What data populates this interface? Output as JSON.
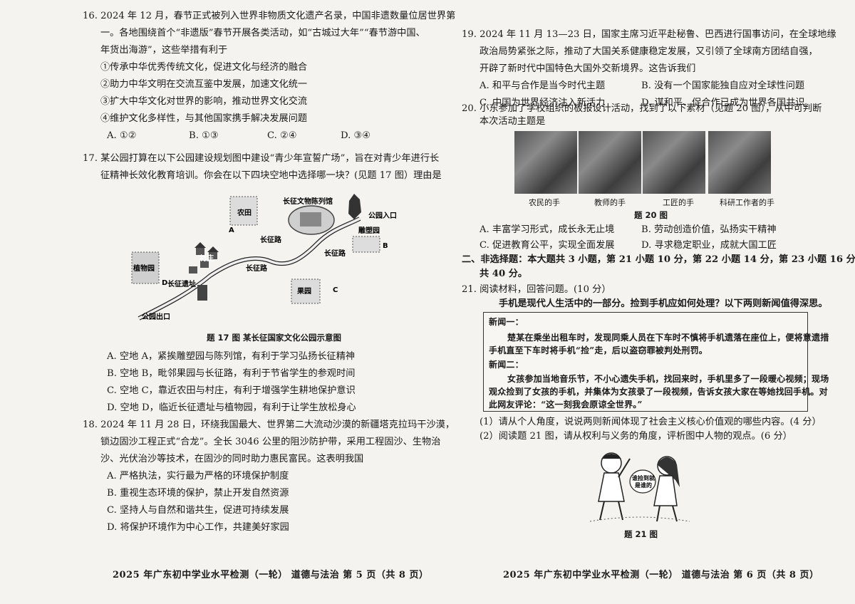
{
  "left": {
    "q16": {
      "lines": [
        "16.  2024 年 12 月，春节正式被列入世界非物质文化遗产名录，中国非遗数量位居世界第",
        "一。各地围绕首个“非遗版”春节开展各类活动，如“古城过大年”“春节游中国、",
        "年货出海游”，这些举措有利于",
        "①传承中华优秀传统文化，促进文化与经济的融合",
        "②助力中华文明在交流互鉴中发展，加速文化统一",
        "③扩大中华文化对世界的影响，推动世界文化交流",
        "④维护文化多样性，与其他国家携手解决发展问题"
      ],
      "options": [
        "A.  ①②",
        "B.  ①③",
        "C.  ②④",
        "D.  ③④"
      ]
    },
    "q17": {
      "lines": [
        "17.  某公园打算在以下公园建设规划图中建设“青少年宣誓广场”，旨在对青少年进行长",
        "征精神长效化教育培训。你会在以下四块空地中选择哪一块？(见题 17 图）理由是"
      ],
      "map": {
        "farm": "农田",
        "exhibit": "长征文物陈列馆",
        "entrance": "公园入口",
        "sculpture": "雕塑园",
        "road1": "长征路",
        "road2": "长征路",
        "road3": "长征路",
        "village": "村庄",
        "botanical": "植物园",
        "orchard": "果园",
        "ruins": "长征遗址",
        "exit": "公园出口",
        "a": "A",
        "b": "B",
        "c": "C",
        "d": "D"
      },
      "caption": "题 17 图    某长征国家文化公园示意图",
      "options": [
        "A.  空地 A，紧挨雕塑园与陈列馆，有利于学习弘扬长征精神",
        "B.  空地 B，毗邻果园与长征路，有利于节省学生的参观时间",
        "C.  空地 C，靠近农田与村庄，有利于增强学生耕地保护意识",
        "D.  空地 D，临近长征遗址与植物园，有利于让学生放松身心"
      ]
    },
    "q18": {
      "lines": [
        "18.  2024 年 11 月 28 日，环绕我国最大、世界第二大流动沙漠的新疆塔克拉玛干沙漠，",
        "锁边固沙工程正式“合龙”。全长 3046 公里的阻沙防护带，采用工程固沙、生物治",
        "沙、光伏治沙等技术，在固沙的同时助力惠民富民。这表明我国"
      ],
      "options": [
        "A.  严格执法，实行最为严格的环境保护制度",
        "B.  重视生态环境的保护，禁止开发自然资源",
        "C.  坚持人与自然和谐共生，促进可持续发展",
        "D.  将保护环境作为中心工作，共建美好家园"
      ]
    },
    "footer": "2025 年广东初中学业水平检测（一轮）   道德与法治   第 5 页（共 8 页）"
  },
  "right": {
    "q19": {
      "lines": [
        "19.  2024 年 11 月 13—23 日，国家主席习近平赴秘鲁、巴西进行国事访问，在全球地缘",
        "政治局势紧张之际，推动了大国关系健康稳定发展，又引领了全球南方团结自强，",
        "开辟了新时代中国特色大国外交新境界。这告诉我们"
      ],
      "options": [
        "A.  和平与合作是当今时代主题",
        "B.  没有一个国家能独自应对全球性问题",
        "C.  中国为世界经济注入新活力",
        "D.  谋和平、促合作已成为世界各国共识"
      ]
    },
    "q20": {
      "lines": [
        "20.  小东参加了学校组织的板报设计活动，找到了以下素材（见题 20 图），从中可判断",
        "本次活动主题是"
      ],
      "photos": [
        "农民的手",
        "教师的手",
        "工匠的手",
        "科研工作者的手"
      ],
      "caption": "题 20 图",
      "options": [
        "A.  丰富学习形式，成长永无止境",
        "B.  劳动创造价值，弘扬实干精神",
        "C.  促进教育公平，实现全面发展",
        "D.  寻求稳定职业，成就大国工匠"
      ]
    },
    "section2": [
      "二、非选择题：本大题共 3 小题，第 21 小题 10 分，第 22 小题 14 分，第 23 小题 16 分，",
      "共 40 分。"
    ],
    "q21": {
      "title": "21.  阅读材料，回答问题。(10 分）",
      "intro": "手机是现代人生活中的一部分。捡到手机应如何处理？以下两则新闻值得深思。",
      "news1_title": "新闻一：",
      "news1_lines": [
        "楚某在乘坐出租车时，发现同乘人员在下车时不慎将手机遗落在座位上，便将意遗措",
        "手机直至下车时将手机“捡”走，后以盗窃罪被判处刑罚。"
      ],
      "news2_title": "新闻二：",
      "news2_lines": [
        "女孩参加当地音乐节，不小心遗失手机，找回来时，手机里多了一段暖心视频；现场",
        "观众捡到了女孩的手机，并集体为女孩录了一段视频，告诉女孩大家在等她找回手机。对",
        "此网友评论：“这一刻我会原谅全世界。”"
      ],
      "sub1": "(1）请从个人角度，说说两则新闻体现了社会主义核心价值观的哪些内容。(4 分）",
      "sub2": "(2）阅读题 21 图，请从权利与义务的角度，评析图中人物的观点。(6 分）",
      "cartoon_bubble1": "谁捡到就",
      "cartoon_bubble2": "是谁的",
      "caption": "题 21 图"
    },
    "footer": "2025 年广东初中学业水平检测（一轮）   道德与法治   第 6 页（共 8 页）"
  }
}
